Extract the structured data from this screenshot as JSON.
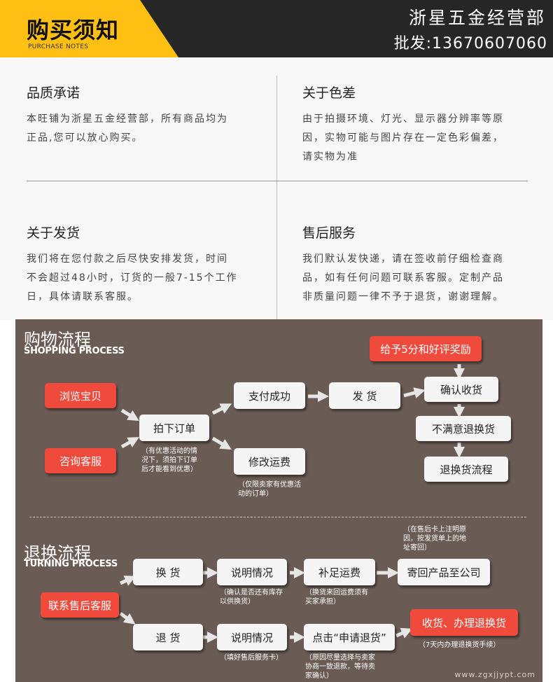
{
  "header": {
    "title": "购买须知",
    "subtitle": "PURCHASE NOTES",
    "store_name": "浙星五金经营部",
    "phone": "批发:13670607060"
  },
  "notes": [
    {
      "title": "品质承诺",
      "lines": [
        "本旺铺为浙星五金经营部，所有商品均为",
        "正品,您可以放心购买。"
      ]
    },
    {
      "title": "关于色差",
      "lines": [
        "由于拍摄环境、灯光、显示器分辨率等原",
        "因，实物可能与图片存在一定色彩偏差，",
        "请实物为准"
      ]
    },
    {
      "title": "关于发货",
      "lines": [
        "我们将在您付款之后尽快安排发货，时间",
        "不会超过48小时，订货的一般7-15个工作",
        "日，具体请联系客服。"
      ]
    },
    {
      "title": "售后服务",
      "lines": [
        "我们默认发快递，请在签收前仔细检查商",
        "品，如有任何问题可联系客服。定制产品",
        "非质量问题一律不予于退货，谢谢理解。"
      ]
    }
  ],
  "shopping": {
    "title": "购物流程",
    "subtitle": "SHOPPING PROCESS",
    "browse": "浏览宝贝",
    "consult": "咨询客服",
    "place_order": "拍下订单",
    "order_note": [
      "（有优惠活动的情",
      "况下，须拍下订单",
      "后才能看到优惠）"
    ],
    "payment": "支付成功",
    "ship": "发 货",
    "confirm": "确认收货",
    "review": "给予5分和好评奖励",
    "unsatisfied": "不满意退换货",
    "return_flow": "退换货流程",
    "modify_fee": "修改运费",
    "modify_note": [
      "（仅限卖家有优惠活",
      "动的订单）"
    ]
  },
  "returns": {
    "title": "退换流程",
    "subtitle": "TURNING PROCESS",
    "contact": "联系售后客服",
    "exchange": "换 货",
    "explain1": "说明情况",
    "explain1_note": [
      "（确认是否还有库存",
      "以供换货）"
    ],
    "supplement": "补足运费",
    "supplement_note": [
      "（换货来回运费须有",
      "买家承担）"
    ],
    "send_back": "寄回产品至公司",
    "send_back_note": [
      "（在售后卡上注明原",
      "因，按发货单上的地",
      "址寄回）"
    ],
    "refund": "退 货",
    "explain2": "说明情况",
    "explain2_note": [
      "（填好售后服务卡）"
    ],
    "apply": "点击“申请退货”",
    "apply_note": [
      "（原因尽量选择与卖家",
      "协商一致退款，等待卖",
      "家确认）"
    ],
    "receive": "收货、办理退换货",
    "receive_note": [
      "（7天内办理退换货手续）"
    ]
  },
  "watermark": "www.zgxjjypt.com"
}
